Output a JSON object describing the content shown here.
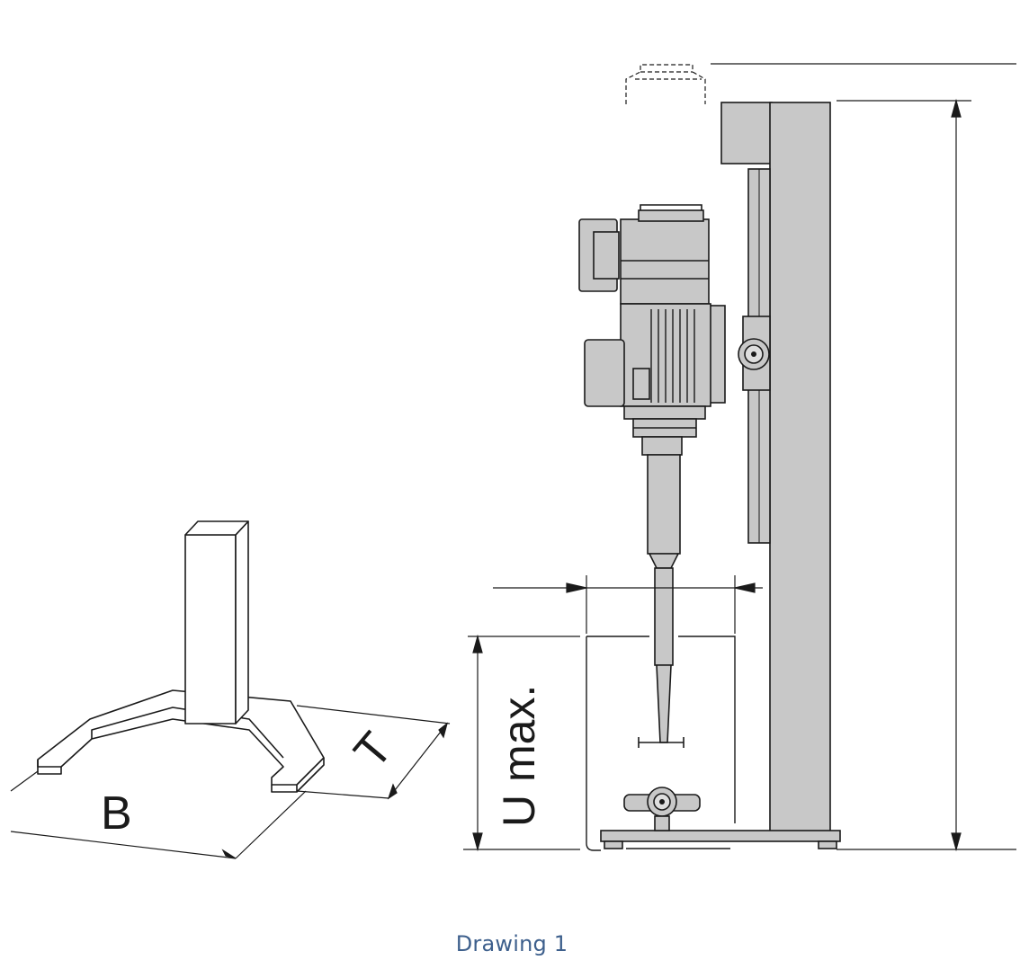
{
  "diagram": {
    "labels": {
      "width": "B",
      "depth": "T",
      "clearance": "U max."
    },
    "caption": "Drawing 1"
  }
}
